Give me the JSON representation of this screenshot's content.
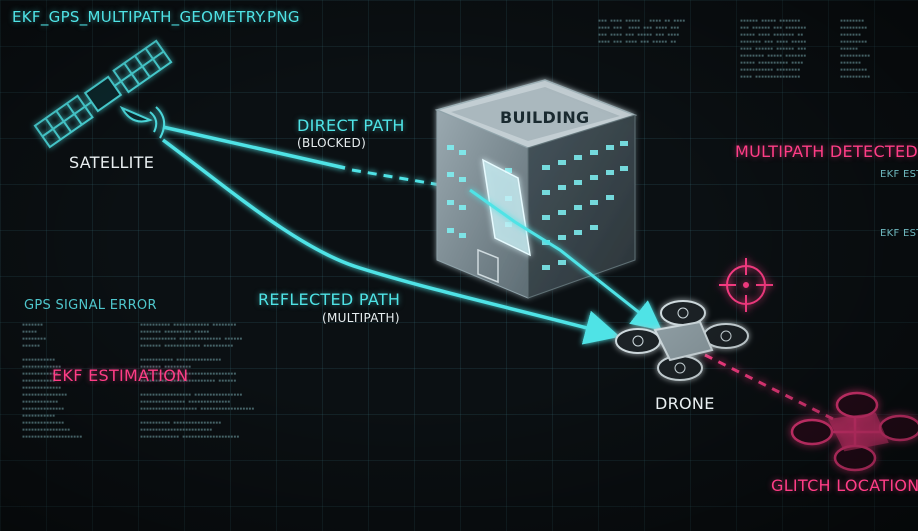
{
  "title": "EKF_GPS_MULTIPATH_GEOMETRY.PNG",
  "labels": {
    "satellite": "SATELLITE",
    "direct_path": "DIRECT PATH",
    "direct_path_sub": "(BLOCKED)",
    "building": "BUILDING",
    "reflected_path": "REFLECTED PATH",
    "reflected_path_sub": "(MULTIPATH)",
    "drone": "DRONE",
    "glitch_location": "GLITCH LOCATION",
    "multipath_detected": "MULTIPATH DETECTED",
    "ekf_est_1": "EKF EST",
    "ekf_est_2": "EKF EST",
    "gps_signal_error": "GPS SIGNAL ERROR",
    "ekf_estimation": "EKF ESTIMATION"
  },
  "colors": {
    "background": "#0b1013",
    "cyan": "#4fe3e6",
    "pink": "#ff3d86",
    "text": "#e8eef0"
  }
}
